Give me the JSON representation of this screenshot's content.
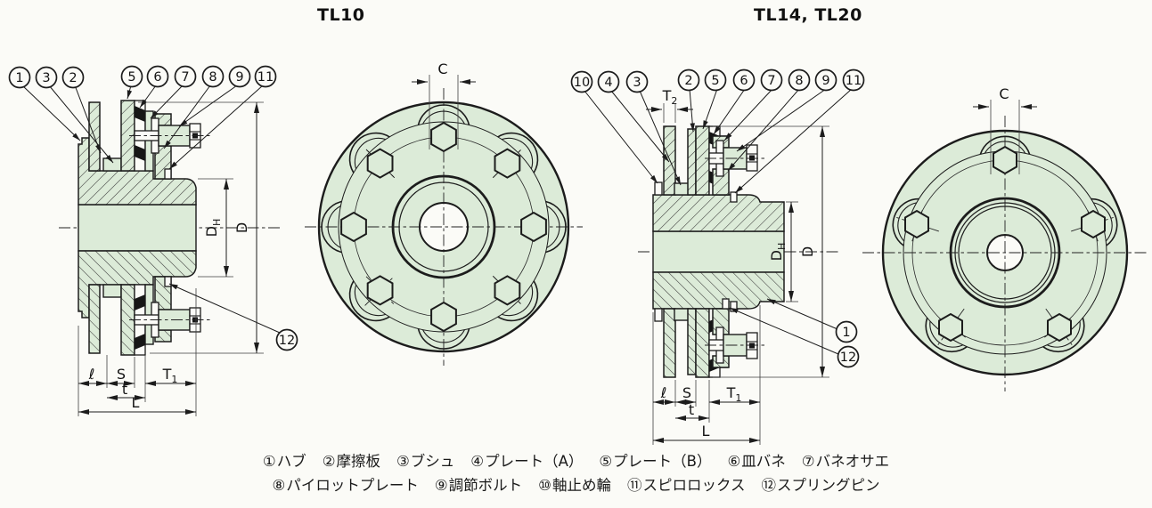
{
  "page": {
    "bg": "#fbfbf7"
  },
  "colors": {
    "part_fill": "#dcebd8",
    "outline": "#1c1c1c",
    "hatch_line": "#3a3a3a"
  },
  "titles": {
    "tl10": "TL10",
    "tl14": "TL14, TL20"
  },
  "dim_labels": {
    "c": "C",
    "d": "D",
    "dh_main": "D",
    "dh_sub": "H",
    "t1_main": "T",
    "t1_sub": "1",
    "t2_main": "T",
    "t2_sub": "2",
    "ell": "ℓ",
    "s": "S",
    "t": "t",
    "l": "L"
  },
  "tl10": {
    "callouts_top": [
      "1",
      "3",
      "2",
      "5",
      "6",
      "7",
      "8",
      "9",
      "11"
    ],
    "callout_pin": "12"
  },
  "tl14": {
    "callouts_top": [
      "10",
      "4",
      "3",
      "2",
      "5",
      "6",
      "7",
      "8",
      "9",
      "11"
    ],
    "callouts_side": [
      "1",
      "12"
    ]
  },
  "legend": {
    "items": [
      {
        "marker": "①",
        "label": "ハブ"
      },
      {
        "marker": "②",
        "label": "摩擦板"
      },
      {
        "marker": "③",
        "label": "ブシュ"
      },
      {
        "marker": "④",
        "label": "プレート（A）"
      },
      {
        "marker": "⑤",
        "label": "プレート（B）"
      },
      {
        "marker": "⑥",
        "label": "皿バネ"
      },
      {
        "marker": "⑦",
        "label": "バネオサエ"
      },
      {
        "marker": "⑧",
        "label": "パイロットプレート"
      },
      {
        "marker": "⑨",
        "label": "調節ボルト"
      },
      {
        "marker": "⑩",
        "label": "軸止め輪"
      },
      {
        "marker": "⑪",
        "label": "スピロロックス"
      },
      {
        "marker": "⑫",
        "label": "スプリングピン"
      }
    ]
  }
}
